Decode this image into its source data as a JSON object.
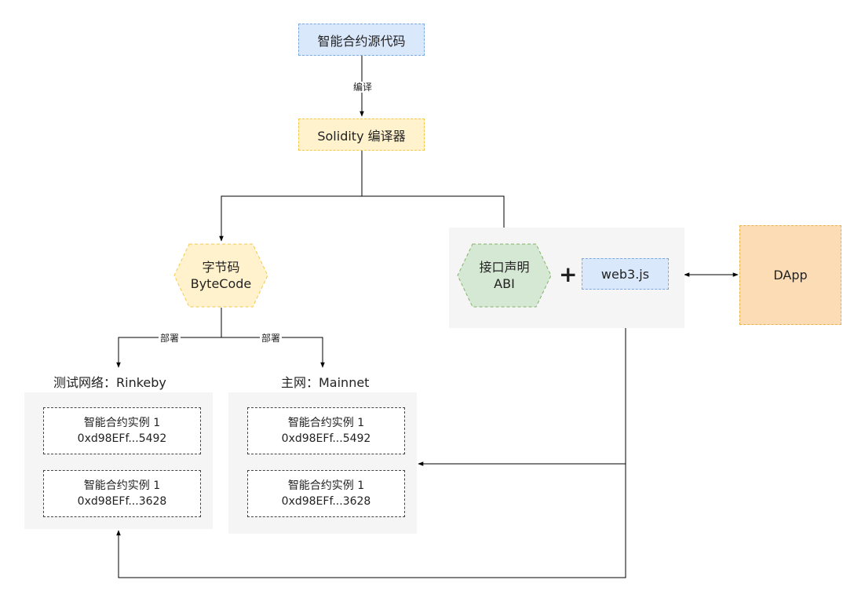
{
  "nodes": {
    "source_code": "智能合约源代码",
    "compile_label": "编译",
    "compiler": "Solidity 编译器",
    "bytecode_line1": "字节码",
    "bytecode_line2": "ByteCode",
    "abi_line1": "接口声明",
    "abi_line2": "ABI",
    "plus": "+",
    "web3": "web3.js",
    "dapp": "DApp",
    "deploy_label_left": "部署",
    "deploy_label_right": "部署"
  },
  "networks": [
    {
      "title": "测试网络：Rinkeby",
      "instances": [
        {
          "name": "智能合约实例 1",
          "address": "0xd98EFf...5492"
        },
        {
          "name": "智能合约实例 1",
          "address": "0xd98EFf...3628"
        }
      ]
    },
    {
      "title": "主网：Mainnet",
      "instances": [
        {
          "name": "智能合约实例 1",
          "address": "0xd98EFf...5492"
        },
        {
          "name": "智能合约实例 1",
          "address": "0xd98EFf...3628"
        }
      ]
    }
  ],
  "colors": {
    "blue_fill": "#dae8fc",
    "yellow_fill": "#fff2cc",
    "green_fill": "#d5e8d4",
    "orange_fill": "#fbdcb5",
    "group_fill": "#f5f5f5"
  }
}
